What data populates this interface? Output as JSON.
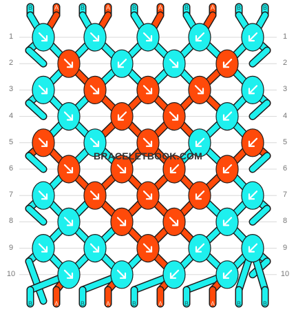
{
  "watermark": "BRACELETBOOK.COM",
  "colors": {
    "A": "#ff4a0a",
    "B": "#1ef0ee",
    "outline": "#1c1c1c",
    "grid": "#d8d8d8",
    "arrow": "#ffffff"
  },
  "strands": [
    "B",
    "A",
    "B",
    "A",
    "B",
    "A",
    "B",
    "A",
    "B",
    "B"
  ],
  "row_labels": [
    "1",
    "2",
    "3",
    "4",
    "5",
    "6",
    "7",
    "8",
    "9",
    "10"
  ],
  "knots": [
    [
      {
        "c": "B",
        "d": "se"
      },
      {
        "c": "B",
        "d": "se"
      },
      {
        "c": "B",
        "d": "se"
      },
      {
        "c": "B",
        "d": "sw"
      },
      {
        "c": "B",
        "d": "sw"
      }
    ],
    [
      {
        "c": "A",
        "d": "se"
      },
      {
        "c": "B",
        "d": "sw"
      },
      {
        "c": "B",
        "d": "se"
      },
      {
        "c": "A",
        "d": "sw"
      }
    ],
    [
      {
        "c": "B",
        "d": "se"
      },
      {
        "c": "A",
        "d": "se"
      },
      {
        "c": "A",
        "d": "se"
      },
      {
        "c": "A",
        "d": "se"
      },
      {
        "c": "B",
        "d": "sw"
      }
    ],
    [
      {
        "c": "B",
        "d": "se"
      },
      {
        "c": "A",
        "d": "sw"
      },
      {
        "c": "A",
        "d": "se"
      },
      {
        "c": "B",
        "d": "sw"
      }
    ],
    [
      {
        "c": "A",
        "d": "se"
      },
      {
        "c": "B",
        "d": "se"
      },
      {
        "c": "A",
        "d": "se"
      },
      {
        "c": "B",
        "d": "sw"
      },
      {
        "c": "A",
        "d": "sw"
      }
    ],
    [
      {
        "c": "A",
        "d": "se"
      },
      {
        "c": "A",
        "d": "se"
      },
      {
        "c": "A",
        "d": "sw"
      },
      {
        "c": "A",
        "d": "sw"
      }
    ],
    [
      {
        "c": "B",
        "d": "se"
      },
      {
        "c": "A",
        "d": "se"
      },
      {
        "c": "A",
        "d": "se"
      },
      {
        "c": "A",
        "d": "sw"
      },
      {
        "c": "B",
        "d": "sw"
      }
    ],
    [
      {
        "c": "B",
        "d": "se"
      },
      {
        "c": "A",
        "d": "se"
      },
      {
        "c": "A",
        "d": "se"
      },
      {
        "c": "B",
        "d": "sw"
      }
    ],
    [
      {
        "c": "B",
        "d": "se"
      },
      {
        "c": "B",
        "d": "se"
      },
      {
        "c": "A",
        "d": "se"
      },
      {
        "c": "B",
        "d": "sw"
      },
      {
        "c": "B",
        "d": "sw"
      }
    ],
    [
      {
        "c": "B",
        "d": "se"
      },
      {
        "c": "B",
        "d": "se"
      },
      {
        "c": "B",
        "d": "sw"
      },
      {
        "c": "B",
        "d": "sw"
      }
    ]
  ]
}
